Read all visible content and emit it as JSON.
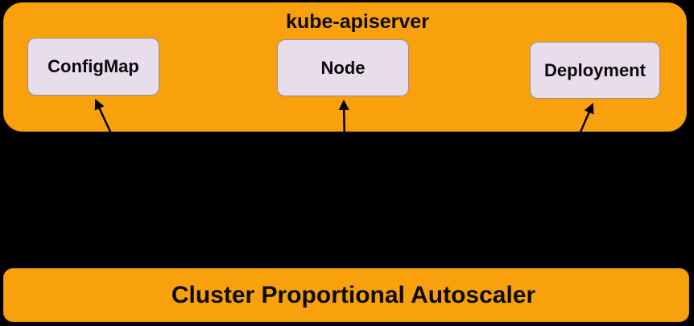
{
  "diagram_title": "kube-apiserver / Cluster Proportional Autoscaler interaction",
  "colors": {
    "background": "#000000",
    "container_orange": "#F9A10D",
    "container_border_orange": "#E2910A",
    "resource_box_fill": "#E8DDEB",
    "resource_box_border": "#938D9E",
    "arrow_black": "#000000",
    "text_black": "#0A0A0A"
  },
  "apiserver": {
    "title": "kube-apiserver",
    "resources": [
      {
        "label": "ConfigMap"
      },
      {
        "label": "Node"
      },
      {
        "label": "Deployment"
      }
    ]
  },
  "autoscaler": {
    "label": "Cluster Proportional Autoscaler"
  },
  "edges": [
    {
      "from": "Cluster Proportional Autoscaler",
      "to": "ConfigMap",
      "style": "black-arrow-up"
    },
    {
      "from": "Cluster Proportional Autoscaler",
      "to": "Node",
      "style": "black-arrow-up"
    },
    {
      "from": "Cluster Proportional Autoscaler",
      "to": "Deployment",
      "style": "black-arrow-up"
    }
  ]
}
